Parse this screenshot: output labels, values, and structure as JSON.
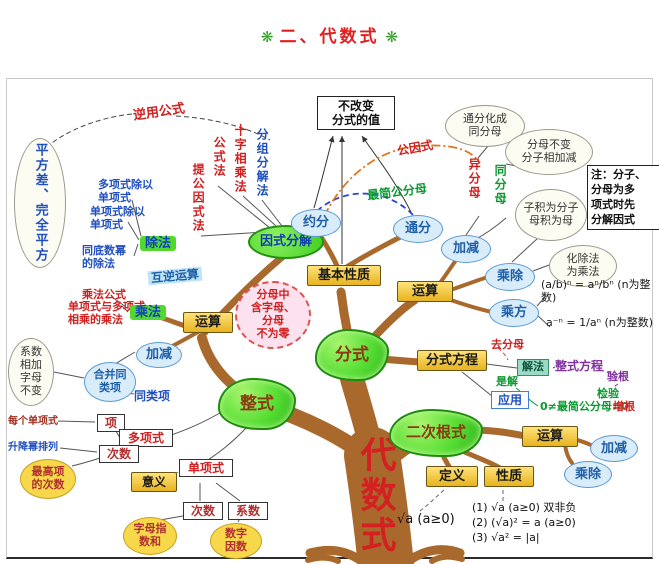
{
  "title": {
    "text": "二、代数式",
    "deco_left": "❋",
    "deco_right": "❋"
  },
  "palette": {
    "title_red": "#e02020",
    "branch_brown": "#a9692d",
    "cloud_green": "#55dd33",
    "node_yellow": "#f2c23c",
    "node_blue_bg": "#d9ecf9",
    "accent_green": "#0a9a30",
    "accent_purple": "#8030a0"
  },
  "trunk": {
    "label": "代数式"
  },
  "nodes": {
    "reverse_formula": "逆用公式",
    "square_diff": "平方差、完全平方",
    "poly_div_mono": "多项式除以\n单项式",
    "mono_div_mono": "单项式除以\n单项式",
    "division": "除法",
    "same_base_power_div": "同底数幂\n的除法",
    "common_factor_method": "提公因式法",
    "formula_method": "公式法",
    "cross_mult_method": "十字相乘法",
    "grouping_method": "分组分解法",
    "factorization": "因式分解",
    "inverse_operations": "互逆运算",
    "mult_formula": "乘法公式",
    "mono_poly_mult": "单项式与多项式\n相乘的乘法",
    "multiplication": "乘法",
    "integral_operations": "运算",
    "integral_addsub": "加减",
    "coeff_rule": "系数\n相加\n字母\n不变",
    "combine_like_terms": "合并同\n类项",
    "like_terms": "同类项",
    "integral_expression": "整式",
    "each_monomial": "每个单项式",
    "term": "项",
    "polynomial": "多项式",
    "poly_degree": "次数",
    "ordering": "升降幂排列",
    "highest_term_degree": "最高项\n的次数",
    "meaning": "意义",
    "monomial": "单项式",
    "mono_degree": "次数",
    "coefficient": "系数",
    "letter_exponent_sum": "字母指\n数和",
    "numeric_factor": "数字\n因数",
    "keep_value": "不改变\n分式的值",
    "common_factor": "公因式",
    "simplest_common_denominator": "最简公分母",
    "reduction": "约分",
    "common_denomination": "通分",
    "basic_property": "基本性质",
    "denominator_condition": "分母中\n含字母、\n分母\n不为零",
    "fraction": "分式",
    "unify_denominator": "通分化成\n同分母",
    "same_denominator_rule": "分母不变\n分子相加减",
    "different_denominator": "异分母",
    "same_denominator": "同分母",
    "fraction_addsub": "加减",
    "product_rule": "子积为分子\n母积为母",
    "fraction_muldiv": "乘除",
    "div_to_mul": "化除法\n为乘法",
    "fraction_power": "乘方",
    "power_formula": "(a/b)ⁿ = aⁿ/bⁿ (n为整数)",
    "neg_exponent_formula": "a⁻ⁿ = 1/aⁿ (n为整数)",
    "fraction_operations": "运算",
    "note": "注：分子、\n分母为多\n项式时先\n分解因式",
    "fraction_equation": "分式方程",
    "clear_denominator": "去分母",
    "solving_method": "解法",
    "integral_equation": "整式方程",
    "root_check": "验根",
    "is_solution": "是解",
    "verify": "检验",
    "application": "应用",
    "denominator_check": "0≠最简公分母=0",
    "extraneous_root": "增根",
    "quadratic_radical": "二次根式",
    "radical_operations": "运算",
    "radical_addsub": "加减",
    "radical_muldiv": "乘除",
    "definition": "定义",
    "property": "性质",
    "radical_def_formula": "√a (a≥0)",
    "radical_prop_1": "(1) √a (a≥0) 双非负",
    "radical_prop_2": "(2) (√a)² = a (a≥0)",
    "radical_prop_3": "(3) √a² = |a|"
  }
}
